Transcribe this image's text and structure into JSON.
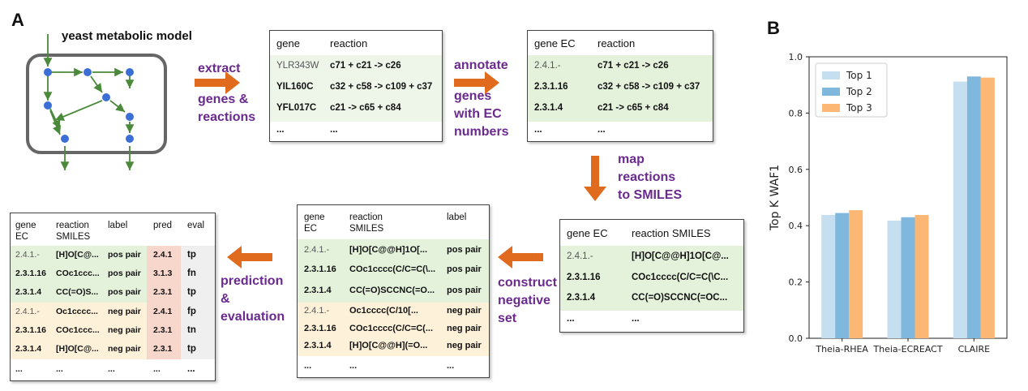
{
  "panel_a": "A",
  "panel_b": "B",
  "model_title": "yeast metabolic model",
  "steps": {
    "extract": [
      "extract",
      "genes &",
      "reactions"
    ],
    "annotate": [
      "annotate",
      "genes",
      "with EC",
      "numbers"
    ],
    "map": [
      "map",
      "reactions",
      "to SMILES"
    ],
    "construct": [
      "construct",
      "negative",
      "set"
    ],
    "predict": [
      "prediction",
      "&",
      "evaluation"
    ]
  },
  "table1": {
    "headers": [
      "gene",
      "reaction"
    ],
    "rows": [
      [
        "YLR343W",
        "c71 + c21 -> c26"
      ],
      [
        "YIL160C",
        "c32 + c58 -> c109 + c37"
      ],
      [
        "YFL017C",
        "c21 -> c65 + c84"
      ],
      [
        "...",
        "..."
      ]
    ]
  },
  "table2": {
    "headers": [
      "gene EC",
      "reaction"
    ],
    "rows": [
      [
        "2.4.1.-",
        "c71 + c21 -> c26"
      ],
      [
        "2.3.1.16",
        "c32 + c58 -> c109 + c37"
      ],
      [
        "2.3.1.4",
        "c21 -> c65 + c84"
      ],
      [
        "...",
        "..."
      ]
    ]
  },
  "table3": {
    "headers": [
      "gene EC",
      "reaction SMILES"
    ],
    "rows": [
      [
        "2.4.1.-",
        "[H]O[C@@H]1O[C@..."
      ],
      [
        "2.3.1.16",
        "COc1cccc(C/C=C(\\C..."
      ],
      [
        "2.3.1.4",
        "CC(=O)SCCNC(=OC..."
      ],
      [
        "...",
        "..."
      ]
    ]
  },
  "table4": {
    "headers": [
      "gene\nEC",
      "reaction\nSMILES",
      "label"
    ],
    "rows": [
      [
        "2.4.1.-",
        "[H]O[C@@H]1O[...",
        "pos pair"
      ],
      [
        "2.3.1.16",
        "COc1cccc(C/C=C(\\...",
        "pos pair"
      ],
      [
        "2.3.1.4",
        "CC(=O)SCCNC(=O...",
        "pos pair"
      ],
      [
        "2.4.1.-",
        "Oc1cccc(C/10[...",
        "neg pair"
      ],
      [
        "2.3.1.16",
        "COc1cccc(C/C=C(...",
        "neg pair"
      ],
      [
        "2.3.1.4",
        "[H]O[C@@H](=O...",
        "neg pair"
      ],
      [
        "...",
        "...",
        "..."
      ]
    ]
  },
  "table5": {
    "headers": [
      "gene\nEC",
      "reaction\nSMILES",
      "label",
      "pred",
      "eval"
    ],
    "rows": [
      [
        "2.4.1.-",
        "[H]O[C@...",
        "pos pair",
        "2.4.1",
        "tp"
      ],
      [
        "2.3.1.16",
        "COc1ccc...",
        "pos pair",
        "3.1.3",
        "fn"
      ],
      [
        "2.3.1.4",
        "CC(=O)S...",
        "pos pair",
        "2.3.1",
        "tp"
      ],
      [
        "2.4.1.-",
        "Oc1cccc...",
        "neg pair",
        "2.4.1",
        "fp"
      ],
      [
        "2.3.1.16",
        "COc1ccc...",
        "neg pair",
        "2.3.1",
        "tn"
      ],
      [
        "2.3.1.4",
        "[H]O[C@...",
        "neg pair",
        "2.3.1",
        "tp"
      ],
      [
        "...",
        "...",
        "...",
        "...",
        "..."
      ]
    ]
  },
  "chart_data": {
    "type": "bar",
    "categories": [
      "Theia-RHEA",
      "Theia-ECREACT",
      "CLAIRE"
    ],
    "series": [
      {
        "name": "Top 1",
        "values": [
          0.438,
          0.418,
          0.912
        ],
        "color": "#c6dff0"
      },
      {
        "name": "Top 2",
        "values": [
          0.445,
          0.43,
          0.93
        ],
        "color": "#7fb8dc"
      },
      {
        "name": "Top 3",
        "values": [
          0.455,
          0.438,
          0.926
        ],
        "color": "#fdb775"
      }
    ],
    "ylabel": "Top K WAF1",
    "ylim": [
      0,
      1.0
    ],
    "yticks": [
      "0.0",
      "0.2",
      "0.4",
      "0.6",
      "0.8",
      "1.0"
    ],
    "legend": "top-left",
    "grid": false
  },
  "colors": {
    "arrow": "#e06b1f",
    "purple": "#6a2a8e",
    "network": "#4a8a3a",
    "node": "#3b6fd6"
  }
}
